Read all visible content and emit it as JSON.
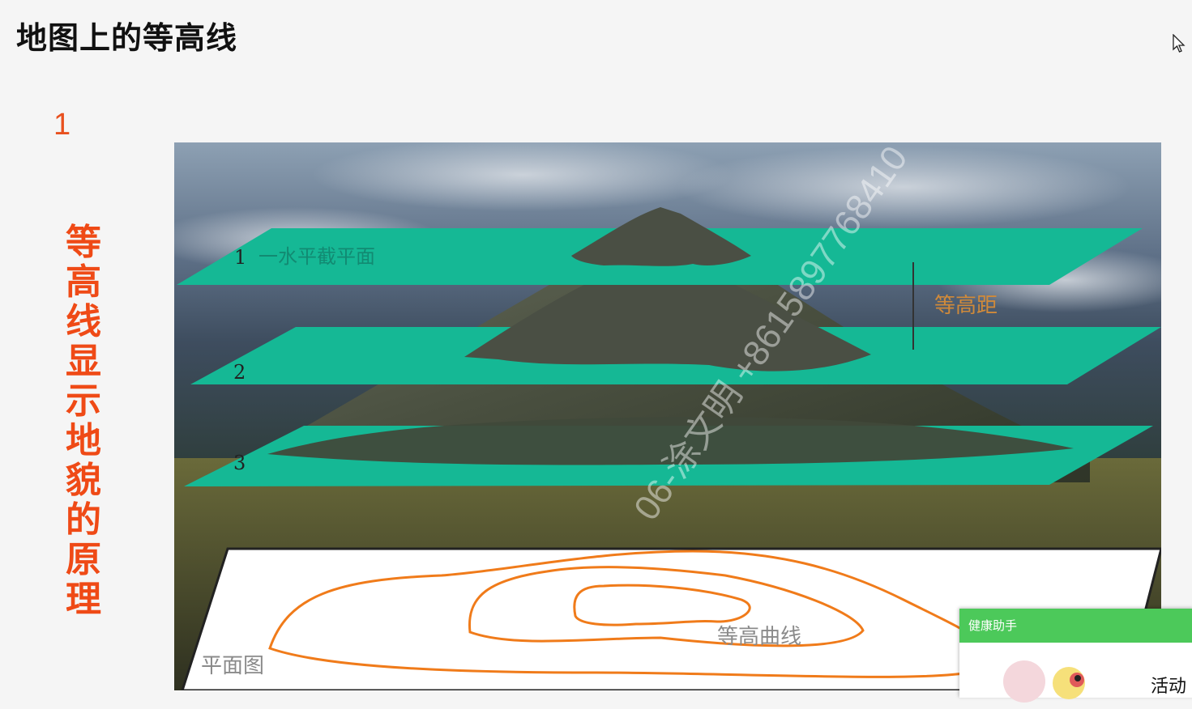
{
  "slide": {
    "title": "地图上的等高线",
    "number": "1",
    "vertical_heading": [
      "等",
      "高",
      "线",
      "显",
      "示",
      "地",
      "貌",
      "的",
      "原",
      "理"
    ]
  },
  "figure": {
    "plane_numbers": [
      "1",
      "2",
      "3"
    ],
    "plane_label": "一水平截平面",
    "interval_label": "等高距",
    "contour_label": "等高曲线",
    "plan_label": "平面图",
    "watermark": "06-涂文明 +8615897768410"
  },
  "widget": {
    "title": "健康助手",
    "text": "活动"
  },
  "colors": {
    "accent": "#ef4a16",
    "plane": "#15b895",
    "contour": "#f07b1a",
    "widget_header": "#4cc95a"
  }
}
